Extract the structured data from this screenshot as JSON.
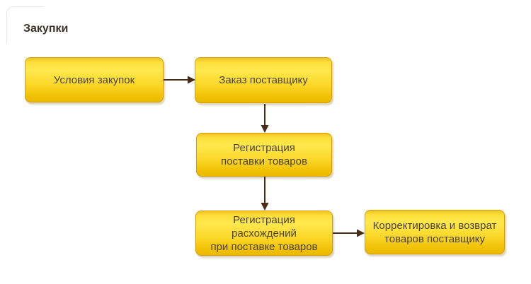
{
  "title": "Закупки",
  "colors": {
    "background": "#ffffff",
    "node_gradient_top": "#ffe84e",
    "node_gradient_bottom": "#eaba00",
    "node_border": "#d89c00",
    "node_text": "#4b4335",
    "arrow": "#4a2b15",
    "title_text": "#3e3226"
  },
  "nodes": [
    {
      "id": "purchase-terms",
      "label": "Условия закупок"
    },
    {
      "id": "supplier-order",
      "label": "Заказ поставщику"
    },
    {
      "id": "goods-delivery-registration",
      "label": "Регистрация\nпоставки товаров"
    },
    {
      "id": "discrepancy-registration",
      "label": "Регистрация\nрасхождений\nпри поставке товаров"
    },
    {
      "id": "correction-and-return",
      "label": "Корректировка и возврат\nтоваров поставщику"
    }
  ],
  "edges": [
    {
      "from": "purchase-terms",
      "to": "supplier-order"
    },
    {
      "from": "supplier-order",
      "to": "goods-delivery-registration"
    },
    {
      "from": "goods-delivery-registration",
      "to": "discrepancy-registration"
    },
    {
      "from": "discrepancy-registration",
      "to": "correction-and-return"
    }
  ]
}
